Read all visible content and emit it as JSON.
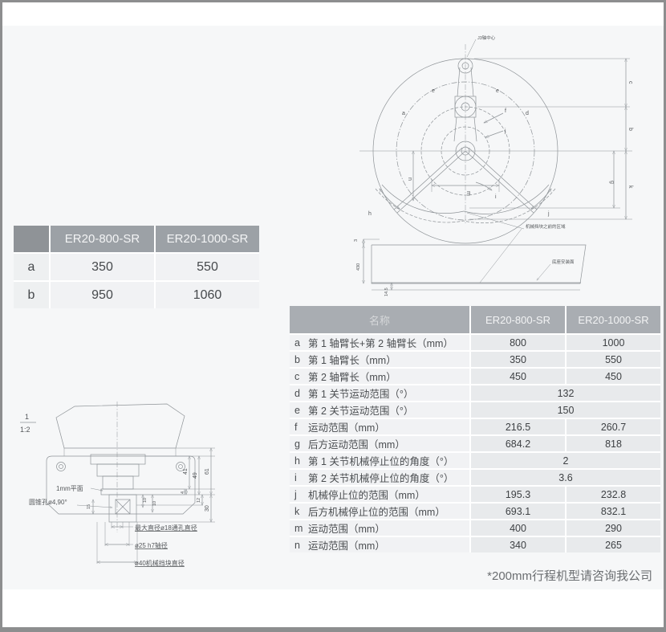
{
  "page": {
    "panel_bg": "#f6f7f8",
    "frame_border": "#8d8e8f",
    "footnote": "*200mm行程机型请咨询我公司"
  },
  "small_table": {
    "headers": [
      "",
      "ER20-800-SR",
      "ER20-1000-SR"
    ],
    "rows": [
      {
        "label": "a",
        "v1": "350",
        "v2": "550"
      },
      {
        "label": "b",
        "v1": "950",
        "v2": "1060"
      }
    ]
  },
  "spec_table": {
    "name_header": "名称",
    "model_headers": [
      "ER20-800-SR",
      "ER20-1000-SR"
    ],
    "rows": [
      {
        "key": "a",
        "label": "第 1 轴臂长+第 2 轴臂长（mm）",
        "v1": "800",
        "v2": "1000"
      },
      {
        "key": "b",
        "label": "第 1 轴臂长（mm）",
        "v1": "350",
        "v2": "550"
      },
      {
        "key": "c",
        "label": "第 2 轴臂长（mm）",
        "v1": "450",
        "v2": "450"
      },
      {
        "key": "d",
        "label": "第 1 关节运动范围（°）",
        "merged": "132"
      },
      {
        "key": "e",
        "label": "第 2 关节运动范围（°）",
        "merged": "150"
      },
      {
        "key": "f",
        "label": "运动范围（mm）",
        "v1": "216.5",
        "v2": "260.7"
      },
      {
        "key": "g",
        "label": "后方运动范围（mm）",
        "v1": "684.2",
        "v2": "818"
      },
      {
        "key": "h",
        "label": "第 1 关节机械停止位的角度（°）",
        "merged": "2"
      },
      {
        "key": "i",
        "label": "第 2 关节机械停止位的角度（°）",
        "merged": "3.6"
      },
      {
        "key": "j",
        "label": "机械停止位的范围（mm）",
        "v1": "195.3",
        "v2": "232.8"
      },
      {
        "key": "k",
        "label": "后方机械停止位的范围（mm）",
        "v1": "693.1",
        "v2": "832.1"
      },
      {
        "key": "m",
        "label": "运动范围（mm）",
        "v1": "400",
        "v2": "290"
      },
      {
        "key": "n",
        "label": "运动范围（mm）",
        "v1": "340",
        "v2": "265"
      }
    ]
  },
  "top_diagram": {
    "axis_center_label": "J3轴中心",
    "stop_area_label": "机械挡块之前的区域",
    "base_mount_label": "底座安装面",
    "letters": {
      "a": "a",
      "b": "b",
      "c": "c",
      "d": "d",
      "e1": "e",
      "e2": "e",
      "f": "f",
      "g": "g",
      "h": "h",
      "i": "i",
      "j1": "j",
      "j2": "j",
      "k": "k",
      "m": "m",
      "n": "n"
    },
    "base_dims": {
      "d3": "3",
      "d430": "430",
      "d145": "14.5"
    }
  },
  "side_view": {
    "scale_num": "1",
    "scale_den": "1:2",
    "labels": {
      "flat": "1mm平面",
      "cone": "圆锥孔ø4,90°",
      "hole": "最大直径ø18通孔直径",
      "shaft": "ø25 h7轴径",
      "stop": "ø40机械挡块直径"
    },
    "dims": {
      "d41": "41",
      "d49": "49",
      "d61": "61",
      "d4": "4",
      "d12": "12",
      "d30": "30",
      "d15": "15",
      "d10a": "10",
      "d10b": "10"
    }
  }
}
